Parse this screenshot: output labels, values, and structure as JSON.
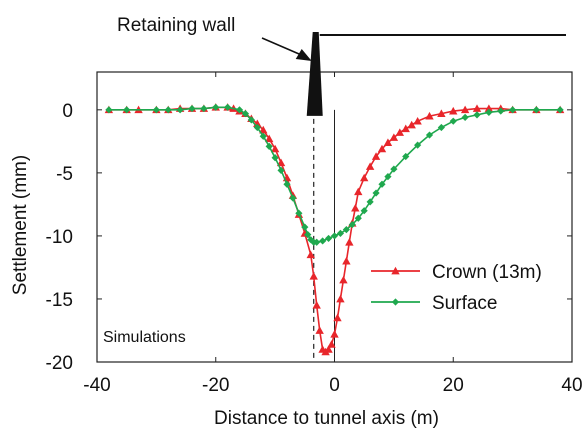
{
  "chart_data": {
    "type": "line",
    "title": "",
    "xlabel": "Distance to tunnel axis (m)",
    "ylabel": "Settlement (mm)",
    "xlim": [
      -40,
      40
    ],
    "ylim": [
      -20,
      3
    ],
    "xticks": [
      -40,
      -20,
      0,
      20,
      40
    ],
    "xtick_labels": [
      "-40",
      "-20",
      "0",
      "20",
      "40"
    ],
    "yticks": [
      0,
      -5,
      -10,
      -15,
      -20
    ],
    "ytick_labels": [
      "0",
      "-5",
      "-10",
      "-15",
      "-20"
    ],
    "grid": false,
    "legend_position": "right",
    "annotations": {
      "wall_label": "Retaining wall",
      "corner_label": "Simulations",
      "wall_position_x": -3.5,
      "tunnel_axis_x": 0
    },
    "series": [
      {
        "name": "Crown (13m)",
        "color": "#e8262b",
        "marker": "triangle",
        "x": [
          -38,
          -35,
          -33,
          -30,
          -28,
          -26,
          -24,
          -22,
          -20,
          -18,
          -17,
          -16,
          -15,
          -14,
          -13,
          -12,
          -11,
          -10,
          -9,
          -8,
          -7,
          -6,
          -5,
          -4,
          -3.5,
          -3,
          -2.5,
          -2,
          -1.5,
          -1,
          -0.5,
          0,
          0.5,
          1,
          1.5,
          2,
          2.5,
          3,
          3.5,
          4,
          5,
          6,
          7,
          8,
          9,
          10,
          11,
          12,
          13,
          14,
          16,
          18,
          20,
          22,
          24,
          26,
          28,
          30,
          34,
          38
        ],
        "y": [
          0,
          0,
          0,
          0,
          0,
          0.1,
          0.1,
          0.1,
          0.2,
          0.2,
          0.1,
          -0.1,
          -0.3,
          -0.7,
          -1.1,
          -1.6,
          -2.3,
          -3.1,
          -4.2,
          -5.4,
          -6.8,
          -8.3,
          -9.8,
          -11.5,
          -13.2,
          -15.5,
          -17.5,
          -19.0,
          -19.2,
          -19.0,
          -18.6,
          -17.8,
          -16.5,
          -15.0,
          -13.5,
          -12.0,
          -10.5,
          -9.0,
          -7.8,
          -6.5,
          -5.4,
          -4.5,
          -3.7,
          -3.1,
          -2.6,
          -2.2,
          -1.8,
          -1.5,
          -1.2,
          -0.9,
          -0.5,
          -0.3,
          -0.1,
          0,
          0.1,
          0.1,
          0.1,
          0,
          0,
          0
        ]
      },
      {
        "name": "Surface",
        "color": "#1fa84e",
        "marker": "diamond",
        "x": [
          -38,
          -35,
          -30,
          -28,
          -26,
          -24,
          -22,
          -20,
          -18,
          -16,
          -15,
          -14,
          -13,
          -12,
          -11,
          -10,
          -9,
          -8,
          -7,
          -6,
          -5,
          -4.5,
          -4,
          -3.5,
          -3,
          -2,
          -1,
          0,
          1,
          2,
          3,
          4,
          5,
          6,
          7,
          8,
          9,
          10,
          12,
          14,
          16,
          18,
          20,
          22,
          24,
          26,
          28,
          30,
          34,
          38
        ],
        "y": [
          0,
          0,
          0,
          0,
          0,
          0.1,
          0.1,
          0.2,
          0.2,
          0,
          -0.3,
          -0.8,
          -1.4,
          -2.1,
          -2.9,
          -3.8,
          -4.8,
          -5.9,
          -7.0,
          -8.2,
          -9.3,
          -9.9,
          -10.3,
          -10.5,
          -10.5,
          -10.4,
          -10.2,
          -10.0,
          -9.8,
          -9.5,
          -9.1,
          -8.6,
          -8.0,
          -7.3,
          -6.6,
          -5.9,
          -5.3,
          -4.7,
          -3.7,
          -2.8,
          -2.0,
          -1.4,
          -0.9,
          -0.6,
          -0.4,
          -0.2,
          -0.1,
          0,
          0,
          0
        ]
      }
    ]
  }
}
